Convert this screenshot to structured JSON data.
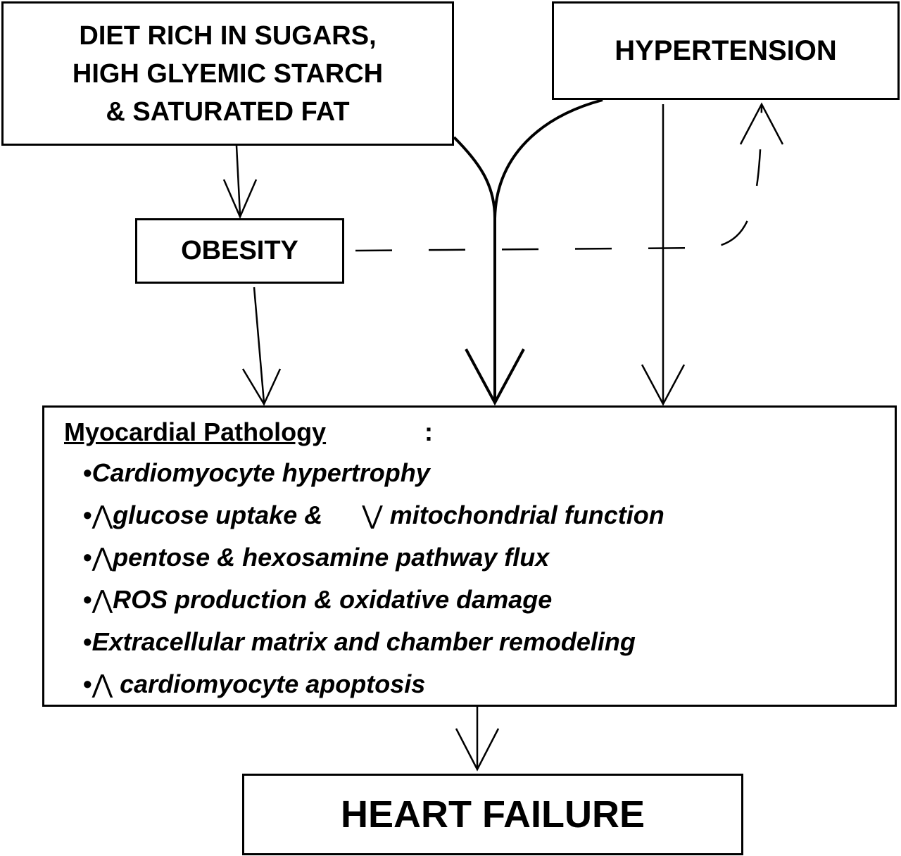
{
  "diet_box": {
    "lines": [
      "DIET RICH IN SUGARS,",
      "HIGH GLYEMIC STARCH",
      "& SATURATED FAT"
    ]
  },
  "hypertension_box": {
    "label": "HYPERTENSION"
  },
  "obesity_box": {
    "label": "OBESITY"
  },
  "pathology_box": {
    "title": "Myocardial Pathology",
    "title_suffix": ":",
    "bullet": "•",
    "up_arrow": "⋀",
    "down_arrow": "⋁",
    "items": [
      "Cardiomyocyte hypertrophy",
      "glucose uptake  &",
      "mitochondrial function",
      "pentose & hexosamine pathway flux",
      "ROS production & oxidative damage",
      "Extracellular matrix and chamber remodeling",
      " cardiomyocyte apoptosis"
    ]
  },
  "heart_failure_box": {
    "label": "HEART FAILURE"
  }
}
